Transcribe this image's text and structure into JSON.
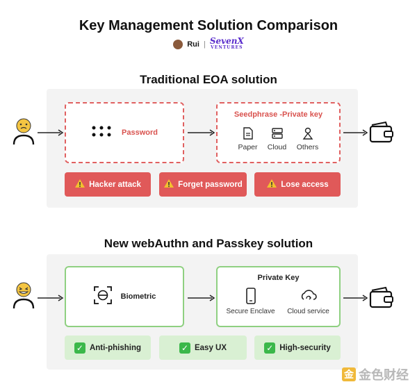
{
  "title": "Key Management Solution Comparison",
  "byline": {
    "author": "Rui",
    "separator": "|",
    "brand": "SevenX",
    "brand_sub": "VENTURES"
  },
  "traditional": {
    "heading": "Traditional EOA solution",
    "password_label": "Password",
    "seedphrase_title": "Seedphrase -Private key",
    "storage_options": [
      "Paper",
      "Cloud",
      "Others"
    ],
    "risks": [
      "Hacker attack",
      "Forget password",
      "Lose access"
    ]
  },
  "webauthn": {
    "heading": "New webAuthn and Passkey solution",
    "biometric_label": "Biometric",
    "private_key_title": "Private Key",
    "storage_options": [
      "Secure Enclave",
      "Cloud service"
    ],
    "benefits": [
      "Anti-phishing",
      "Easy UX",
      "High-security"
    ]
  },
  "watermark": "金色财经",
  "colors": {
    "risk_red": "#e05959",
    "dashed_border": "#e06060",
    "benefit_green_bg": "#d9f0d3",
    "solid_border": "#8fd081",
    "check_green": "#3bb84a"
  }
}
